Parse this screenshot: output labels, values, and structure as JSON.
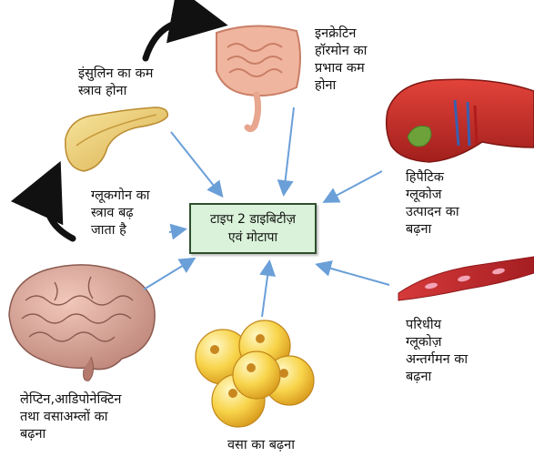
{
  "center": {
    "line1": "टाइप 2 डाइबिटीज़",
    "line2": "एवं मोटापा"
  },
  "labels": {
    "insulin": [
      "इंसुलिन का कम",
      "स्त्राव होना"
    ],
    "incretin": [
      "इनक्रेटिन",
      "हॉरमोन का",
      "प्रभाव कम",
      "होना"
    ],
    "hepatic": [
      "हिपैटिक",
      "ग्लूकोज",
      "उत्पादन का",
      "बढ़ना"
    ],
    "glucagon": [
      "ग्लूकगोन का",
      "स्त्राव बढ़",
      "जाता है"
    ],
    "peripheral": [
      "परिधीय",
      "ग्लूकोज़",
      "अन्तर्गमन का",
      "बढ़ना"
    ],
    "leptin": [
      "लेप्टिन,आडिपोनेक्टिन",
      "तथा वसाअम्लों का",
      "बढ़ना"
    ],
    "fat": [
      "वसा का बढ़ना"
    ]
  },
  "colors": {
    "arrow": "#6a9fd8",
    "center_fill": "#d9f2d9",
    "center_border": "#2f4f2f"
  },
  "icons": [
    "intestine-icon",
    "pancreas-icon",
    "liver-icon",
    "brain-icon",
    "fat-cells-icon",
    "muscle-icon"
  ]
}
